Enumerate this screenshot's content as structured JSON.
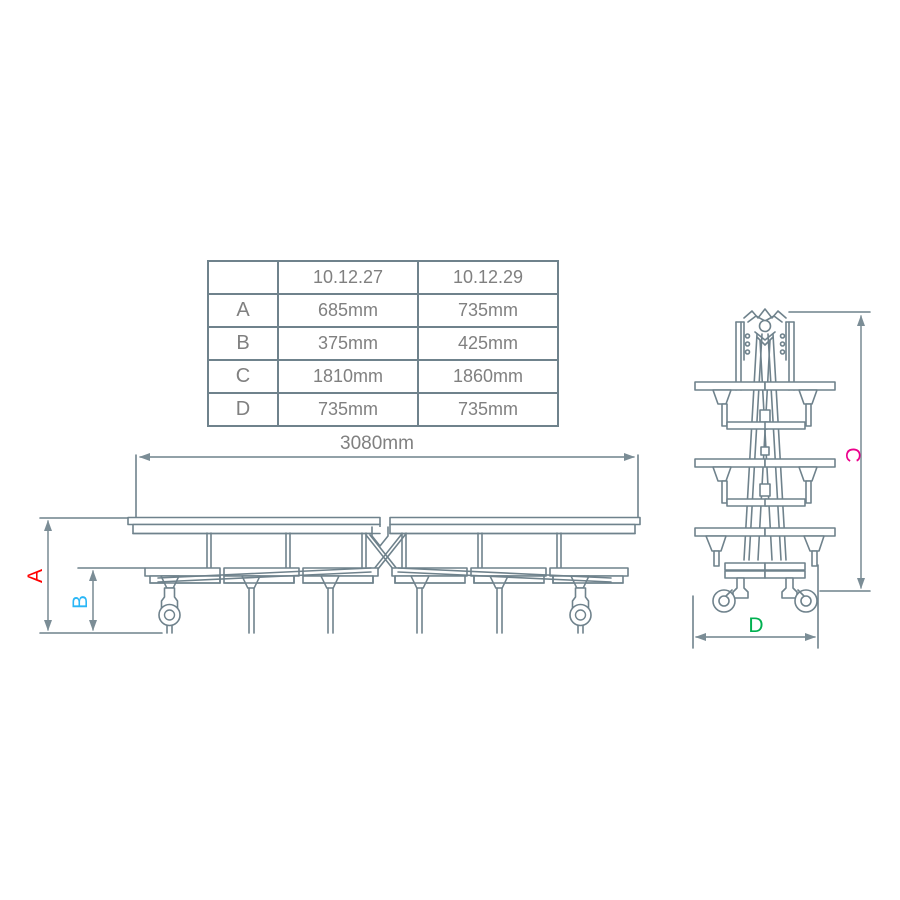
{
  "drawing": {
    "title": "Mobile folding table and bench unit dimension drawing",
    "line_color": "#6f828c",
    "text_color": "#808080",
    "background": "#ffffff"
  },
  "spec_table": {
    "corner_label": "",
    "columns": [
      "10.12.27",
      "10.12.29"
    ],
    "rows": [
      {
        "key": "A",
        "color": "#ff0000",
        "values": [
          "685mm",
          "735mm"
        ]
      },
      {
        "key": "B",
        "color": "#29b6f6",
        "values": [
          "375mm",
          "425mm"
        ]
      },
      {
        "key": "C",
        "color": "#ec008c",
        "values": [
          "1810mm",
          "1860mm"
        ]
      },
      {
        "key": "D",
        "color": "#00b050",
        "values": [
          "735mm",
          "735mm"
        ]
      }
    ]
  },
  "dimensions": {
    "overall_length": "3080mm",
    "height_label": "A",
    "seat_height_label": "B",
    "folded_height_label": "C",
    "folded_width_label": "D"
  },
  "views": {
    "side_view_name": "side-elevation-open",
    "end_view_name": "end-elevation-folded"
  }
}
